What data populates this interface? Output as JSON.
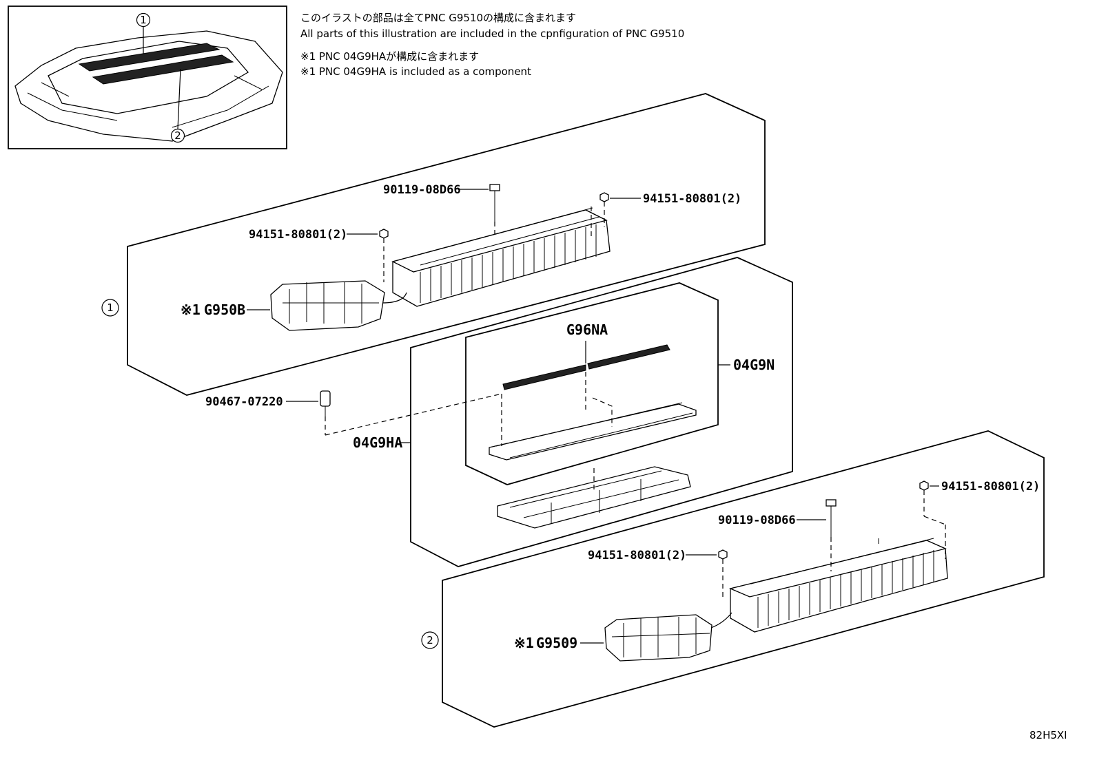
{
  "notes": {
    "line1": "このイラストの部品は全てPNC G9510の構成に含まれます",
    "line2": "All parts of this illustration are included in the cpnfiguration of PNC G9510",
    "line3": "※1 PNC 04G9HAが構成に含まれます",
    "line4": "※1 PNC 04G9HA is included as a component"
  },
  "callouts": {
    "c1": "1",
    "c2": "2"
  },
  "labels": {
    "bolt_top": "90119-08D66",
    "nut_top_right": "94151-80801(2)",
    "nut_top_left": "94151-80801(2)",
    "ecu_top_mark": "※1",
    "ecu_top": "G950B",
    "g96na": "G96NA",
    "asm_04g9n": "04G9N",
    "clip": "90467-07220",
    "asm_04g9ha": "04G9HA",
    "nut_bot_right": "94151-80801(2)",
    "bolt_bot": "90119-08D66",
    "nut_bot_left": "94151-80801(2)",
    "ecu_bot_mark": "※1",
    "ecu_bot": "G9509"
  },
  "figure_code": "82H5XI"
}
